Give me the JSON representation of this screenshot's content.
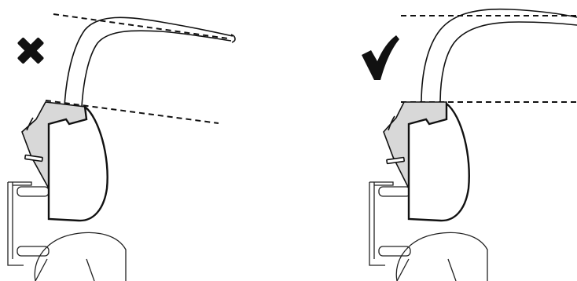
{
  "figure": {
    "panels": [
      {
        "status": "incorrect",
        "mark_icon": "cross-icon",
        "guide_lines": "not-parallel"
      },
      {
        "status": "correct",
        "mark_icon": "checkmark-icon",
        "guide_lines": "parallel"
      }
    ],
    "colors": {
      "outline": "#111111",
      "pad_fill": "#d8d8d8",
      "line_art": "#222222"
    }
  }
}
